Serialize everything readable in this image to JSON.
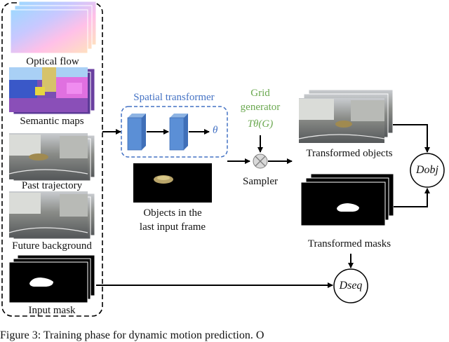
{
  "inputs": {
    "optical_flow": "Optical flow",
    "semantic_maps": "Semantic maps",
    "past_trajectory": "Past trajectory",
    "future_background": "Future background",
    "input_mask": "Input mask"
  },
  "spatial_transformer": {
    "title": "Spatial transformer",
    "theta": "θ"
  },
  "grid_generator": {
    "line1": "Grid",
    "line2": "generator",
    "formula": "Tθ(G)"
  },
  "sampler": "Sampler",
  "objects_last_frame": {
    "line1": "Objects in the",
    "line2": "last input frame"
  },
  "transformed_objects": "Transformed objects",
  "transformed_masks": "Transformed masks",
  "discriminators": {
    "obj": "Dobj",
    "seq": "Dseq"
  },
  "caption": "Figure 3: Training phase for dynamic motion prediction. O",
  "colors": {
    "transformer_blue": "#4472c4",
    "grid_green": "#6aa84f",
    "block_fill": "#5b8fd6"
  }
}
